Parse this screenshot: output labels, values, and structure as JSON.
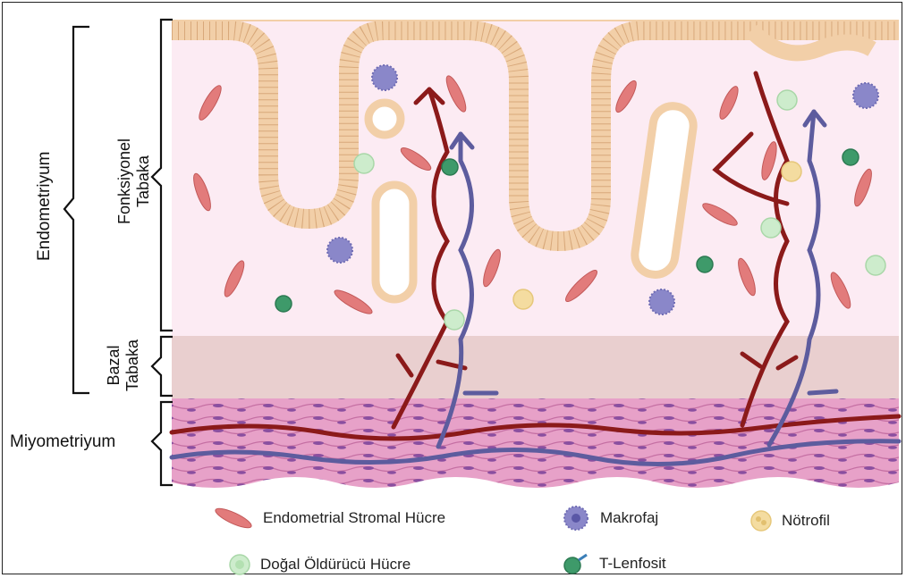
{
  "labels": {
    "endometrium": "Endometriyum",
    "functional_line1": "Fonksiyonel",
    "functional_line2": "Tabaka",
    "basal_line1": "Bazal",
    "basal_line2": "Tabaka",
    "myometrium": "Miyometriyum"
  },
  "legend": [
    {
      "key": "stromal",
      "label": "Endometrial Stromal Hücre",
      "icon": "stromal-cell-icon"
    },
    {
      "key": "macrophage",
      "label": "Makrofaj",
      "icon": "macrophage-icon"
    },
    {
      "key": "neutrophil",
      "label": "Nötrofil",
      "icon": "neutrophil-icon"
    },
    {
      "key": "nk",
      "label": "Doğal Öldürücü Hücre",
      "icon": "nk-cell-icon"
    },
    {
      "key": "tcell",
      "label": "T-Lenfosit",
      "icon": "t-lymphocyte-icon"
    }
  ],
  "colors": {
    "functional_bg": "#fcebf3",
    "basal_bg": "#e9cfcf",
    "myometrium_bg": "#e7a1c8",
    "epithelium": "#f2cfa8",
    "stromal": "#e27b7b",
    "artery": "#8b1a1a",
    "vein": "#5d5c9e",
    "macrophage": "#8a87c9",
    "neutrophil": "#f4dca0",
    "nk": "#cdeccc",
    "tcell": "#3e9a6a"
  }
}
